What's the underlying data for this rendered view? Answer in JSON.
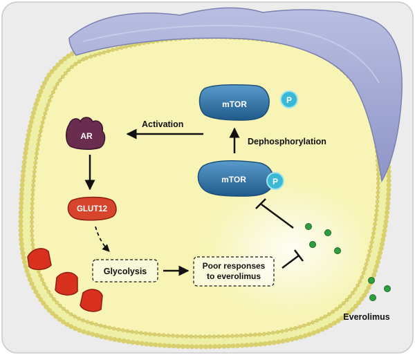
{
  "labels": {
    "mtor_top": "mTOR",
    "mtor_bottom": "mTOR",
    "phospho_top": "P",
    "phospho_bottom": "P",
    "activation": "Activation",
    "dephosphorylation": "Dephosphorylation",
    "ar": "AR",
    "glut12": "GLUT12",
    "glycolysis": "Glycolysis",
    "poor_line1": "Poor responses",
    "poor_line2": "to everolimus",
    "everolimus": "Everolimus"
  },
  "colors": {
    "cytoplasm": "#f7f4b6",
    "membrane_fill": "#eef0a8",
    "lipid_head": "#d9cf6c",
    "membrane_edge": "#7c7f86",
    "nucleus": "#a9afd6",
    "mtor": "#2f72a8",
    "phospho": "#3ab8d4",
    "ar": "#6b2d4f",
    "glut12": "#d8452d",
    "transporter": "#d8321f",
    "everolimus": "#2e9e3e",
    "arrow": "#111111"
  }
}
